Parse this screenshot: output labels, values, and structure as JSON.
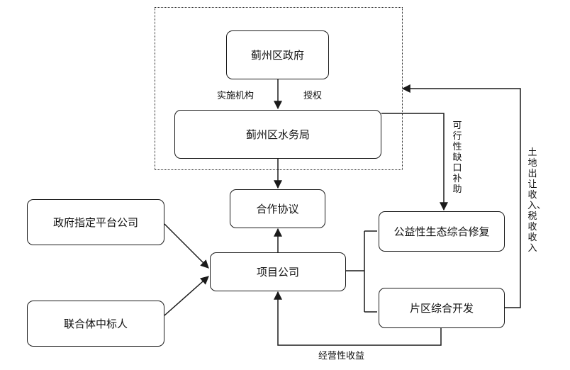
{
  "nodes": {
    "gov": "蓟州区政府",
    "water": "蓟州区水务局",
    "agreement": "合作协议",
    "platform": "政府指定平台公司",
    "project": "项目公司",
    "consortium": "联合体中标人",
    "eco": "公益性生态综合修复",
    "dev": "片区综合开发"
  },
  "edge_labels": {
    "implementing": "实施机构",
    "authorize": "授权",
    "gap_subsidy": "可行性缺口补助",
    "land_tax": "土地出让收入、税收收入",
    "operating_income": "经营性收益"
  }
}
